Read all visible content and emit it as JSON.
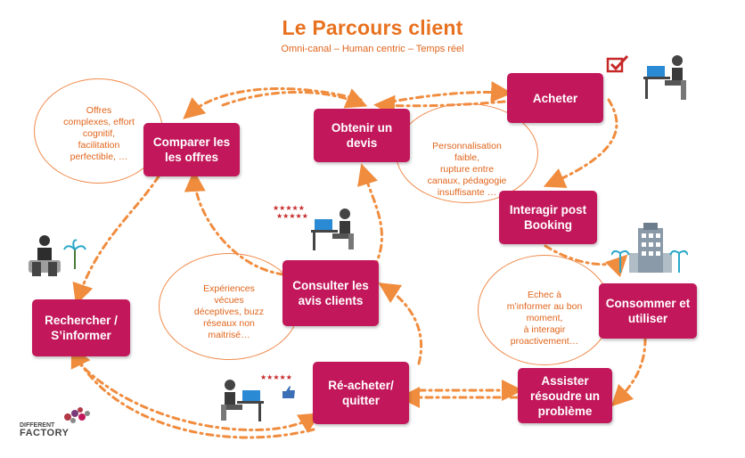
{
  "title": "Le Parcours client",
  "subtitle": "Omni-canal – Human centric – Temps réel",
  "steps": {
    "comparer": "Comparer les les offres",
    "devis": "Obtenir un devis",
    "acheter": "Acheter",
    "interagir": "Interagir post Booking",
    "consulter": "Consulter les avis clients",
    "rechercher": "Rechercher / S’informer",
    "reacheter": "Ré-acheter/ quitter",
    "assister": "Assister résoudre un problème",
    "consommer": "Consommer et utiliser"
  },
  "notes": {
    "offres": "Offres\ncomplexes, effort\ncognitif,\nfacilitation\nperfectible, …",
    "perso": "Personnalisation\nfaible,\nrupture entre\ncanaux, pédagogie\ninsuffisante …",
    "experiences": "Expériences\nvécues\ndéceptives, buzz\nréseaux non\nmaitrisé…",
    "echec": "Echec à\nm’informer au bon\nmoment,\nà interagir\nproactivement…"
  },
  "logo": {
    "line1": "DIFFERENT",
    "line2": "FACTORY"
  },
  "colors": {
    "box": "#c2185b",
    "accent": "#e8711f",
    "arrow": "#f08c3e"
  },
  "icons": [
    "person-laptop-icon",
    "checkbox-icon",
    "stars-rating-icon",
    "thumbs-up-icon",
    "palm-tree-icon",
    "hotel-building-icon"
  ]
}
